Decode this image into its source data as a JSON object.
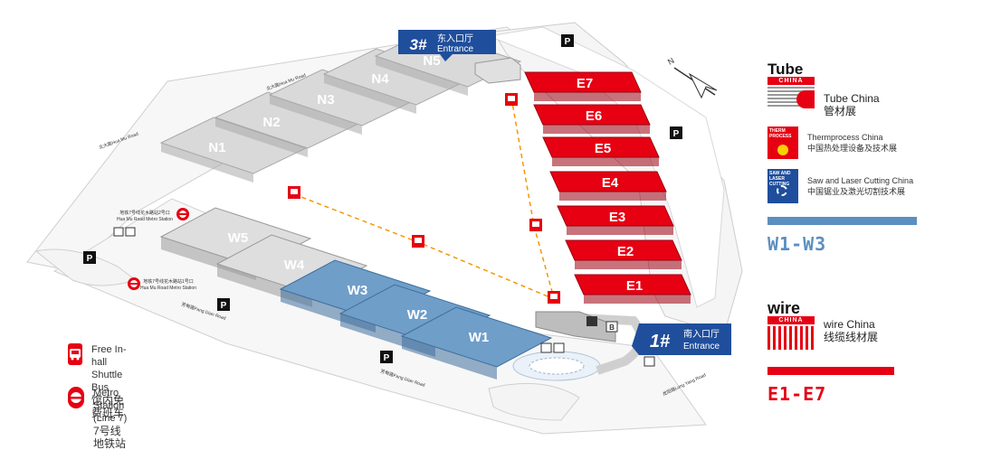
{
  "entrances": {
    "east": {
      "num": "3#",
      "cn": "东入口厅",
      "en": "Entrance"
    },
    "south": {
      "num": "1#",
      "cn": "南入口厅",
      "en": "Entrance"
    }
  },
  "halls": {
    "north": [
      "N1",
      "N2",
      "N3",
      "N4",
      "N5"
    ],
    "west": [
      "W1",
      "W2",
      "W3",
      "W4",
      "W5"
    ],
    "east": [
      "E1",
      "E2",
      "E3",
      "E4",
      "E5",
      "E6",
      "E7"
    ]
  },
  "parking": "P",
  "bus_stop_label": "B",
  "compass_label": "N",
  "roads": {
    "north": "北大路Hua Mu Road",
    "north2": "北大路Hua Mu Road",
    "fangdian1": "芳甸路Fang Dian Road",
    "fangdian2": "芳甸路Fang Dian Road",
    "longyang": "龙阳路Long Yang Road"
  },
  "metro_stations": {
    "huamu_cn": "地铁7号线花木路站2号口",
    "huamu_en": "Hua Mu Road Metro Station",
    "huamu2_cn": "地铁7号线花木路站1号口",
    "huamu2_en": "Hua Mu Road Metro Station"
  },
  "legend": {
    "shuttle_en": "Free In-hall Shuttle Bus",
    "shuttle_cn": "馆内免费班车",
    "metro_en": "Metro Station (Line 7)",
    "metro_cn": "7号线地铁站"
  },
  "brands": {
    "tube_logo": "Tube",
    "tube_logo_sub": "CHINA",
    "tube_en": "Tube China",
    "tube_cn": "管材展",
    "thermprocess_logo": "THERM PROCESS",
    "thermprocess_en": "Thermprocess China",
    "thermprocess_cn": "中国热处理设备及技术展",
    "saw_logo": "SAW AND LASER CUTTING",
    "saw_en": "Saw and Laser Cutting China",
    "saw_cn": "中国锯业及激光切割技术展",
    "tube_range": "W1-W3",
    "wire_logo": "wire",
    "wire_logo_sub": "CHINA",
    "wire_en": "wire China",
    "wire_cn": "线缆线材展",
    "wire_range": "E1-E7"
  },
  "colors": {
    "tube_accent": "#5b8fc0",
    "wire_accent": "#e60012",
    "west_hall": "#6f9ec9",
    "east_hall": "#e60012",
    "north_hall": "#d9d9d9",
    "entrance_blue": "#1f4e9c"
  }
}
